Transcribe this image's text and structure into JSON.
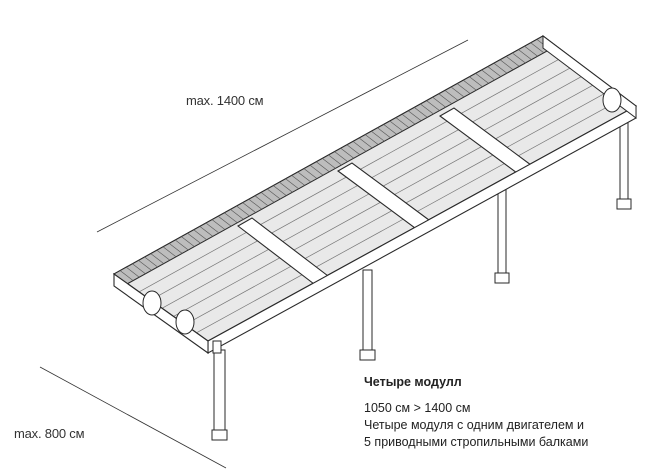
{
  "dimensions": {
    "length_label": "max. 1400 см",
    "width_label": "max. 800 см"
  },
  "caption": {
    "title": "Четыре модулл",
    "line1": "1050 см > 1400 см",
    "line2": "Четыре модуля с одним двигателем и",
    "line3": "5 приводными стропильными балками"
  },
  "colors": {
    "line": "#2a2a2a",
    "roof_fill": "#c9c9c9",
    "beam_fill": "#ffffff"
  }
}
